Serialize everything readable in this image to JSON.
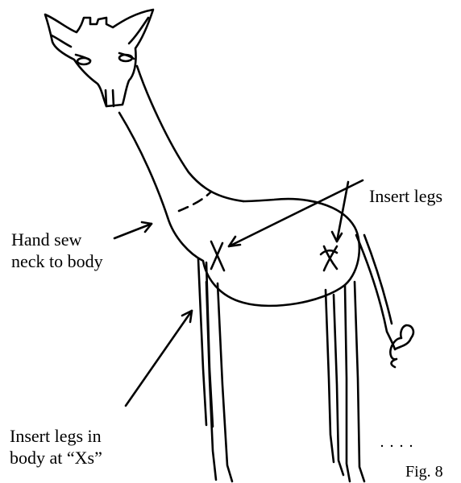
{
  "annotations": {
    "insert_legs": "Insert legs",
    "hand_sew_line1": "Hand sew",
    "hand_sew_line2": "neck to body",
    "insert_legs_body_line1": "Insert  legs in",
    "insert_legs_body_line2": "body at “Xs”"
  },
  "figure_label": "Fig. 8",
  "colors": {
    "ink": "#000000",
    "paper": "#ffffff"
  }
}
